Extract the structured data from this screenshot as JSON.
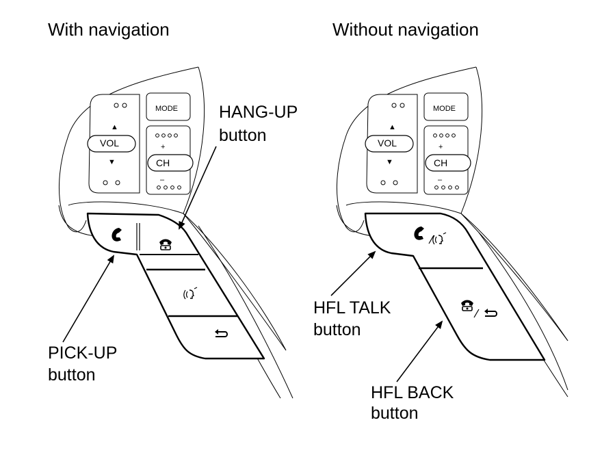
{
  "left_panel": {
    "caption": "With navigation",
    "mode_label": "MODE",
    "vol_label": "VOL",
    "ch_label": "CH",
    "up_arrow": "▲",
    "down_arrow": "▼",
    "plus": "+",
    "minus": "–",
    "callouts": {
      "hang_up_line1": "HANG-UP",
      "hang_up_line2": "button",
      "pick_up_line1": "PICK-UP",
      "pick_up_line2": "button"
    }
  },
  "right_panel": {
    "caption": "Without navigation",
    "mode_label": "MODE",
    "vol_label": "VOL",
    "ch_label": "CH",
    "up_arrow": "▲",
    "down_arrow": "▼",
    "plus": "+",
    "minus": "–",
    "callouts": {
      "hfl_talk_line1": "HFL TALK",
      "hfl_talk_line2": "button",
      "hfl_back_line1": "HFL BACK",
      "hfl_back_line2": "button"
    }
  },
  "icons": {
    "pick_up": "phone-pickup-icon",
    "hang_up": "phone-hangup-icon",
    "talk": "voice-talk-icon",
    "back": "back-arrow-icon"
  }
}
